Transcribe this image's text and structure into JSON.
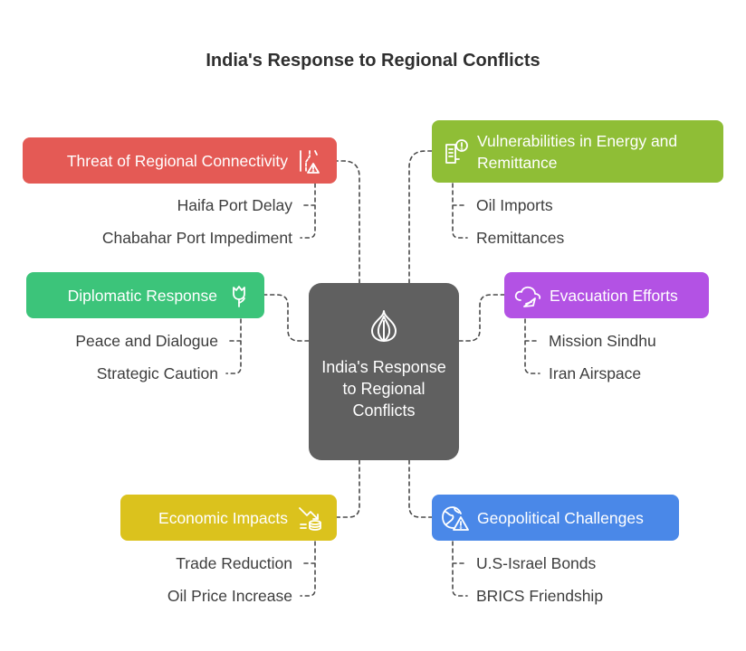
{
  "title": "India's Response to Regional Conflicts",
  "center": {
    "label": "India's Response to Regional Conflicts",
    "icon": "onion-icon"
  },
  "branches": {
    "connectivity": {
      "label": "Threat of Regional Connectivity",
      "color": "#e45a55",
      "icon": "route-warning-icon",
      "items": [
        "Haifa Port Delay",
        "Chabahar Port Impediment"
      ]
    },
    "diplomatic": {
      "label": "Diplomatic Response",
      "color": "#3cc47a",
      "icon": "rose-icon",
      "items": [
        "Peace and Dialogue",
        "Strategic Caution"
      ]
    },
    "economic": {
      "label": "Economic Impacts",
      "color": "#dbc21d",
      "icon": "falling-chart-coins-icon",
      "items": [
        "Trade Reduction",
        "Oil Price Increase"
      ]
    },
    "vulnerabilities": {
      "label": "Vulnerabilities in Energy and Remittance",
      "color": "#8fbe36",
      "icon": "document-alert-icon",
      "items": [
        "Oil Imports",
        "Remittances"
      ]
    },
    "evacuation": {
      "label": "Evacuation Efforts",
      "color": "#b352e4",
      "icon": "cloud-plane-icon",
      "items": [
        "Mission Sindhu",
        "Iran Airspace"
      ]
    },
    "geopolitical": {
      "label": "Geopolitical Challenges",
      "color": "#4a88e8",
      "icon": "globe-warning-icon",
      "items": [
        "U.S-Israel Bonds",
        "BRICS Friendship"
      ]
    }
  }
}
